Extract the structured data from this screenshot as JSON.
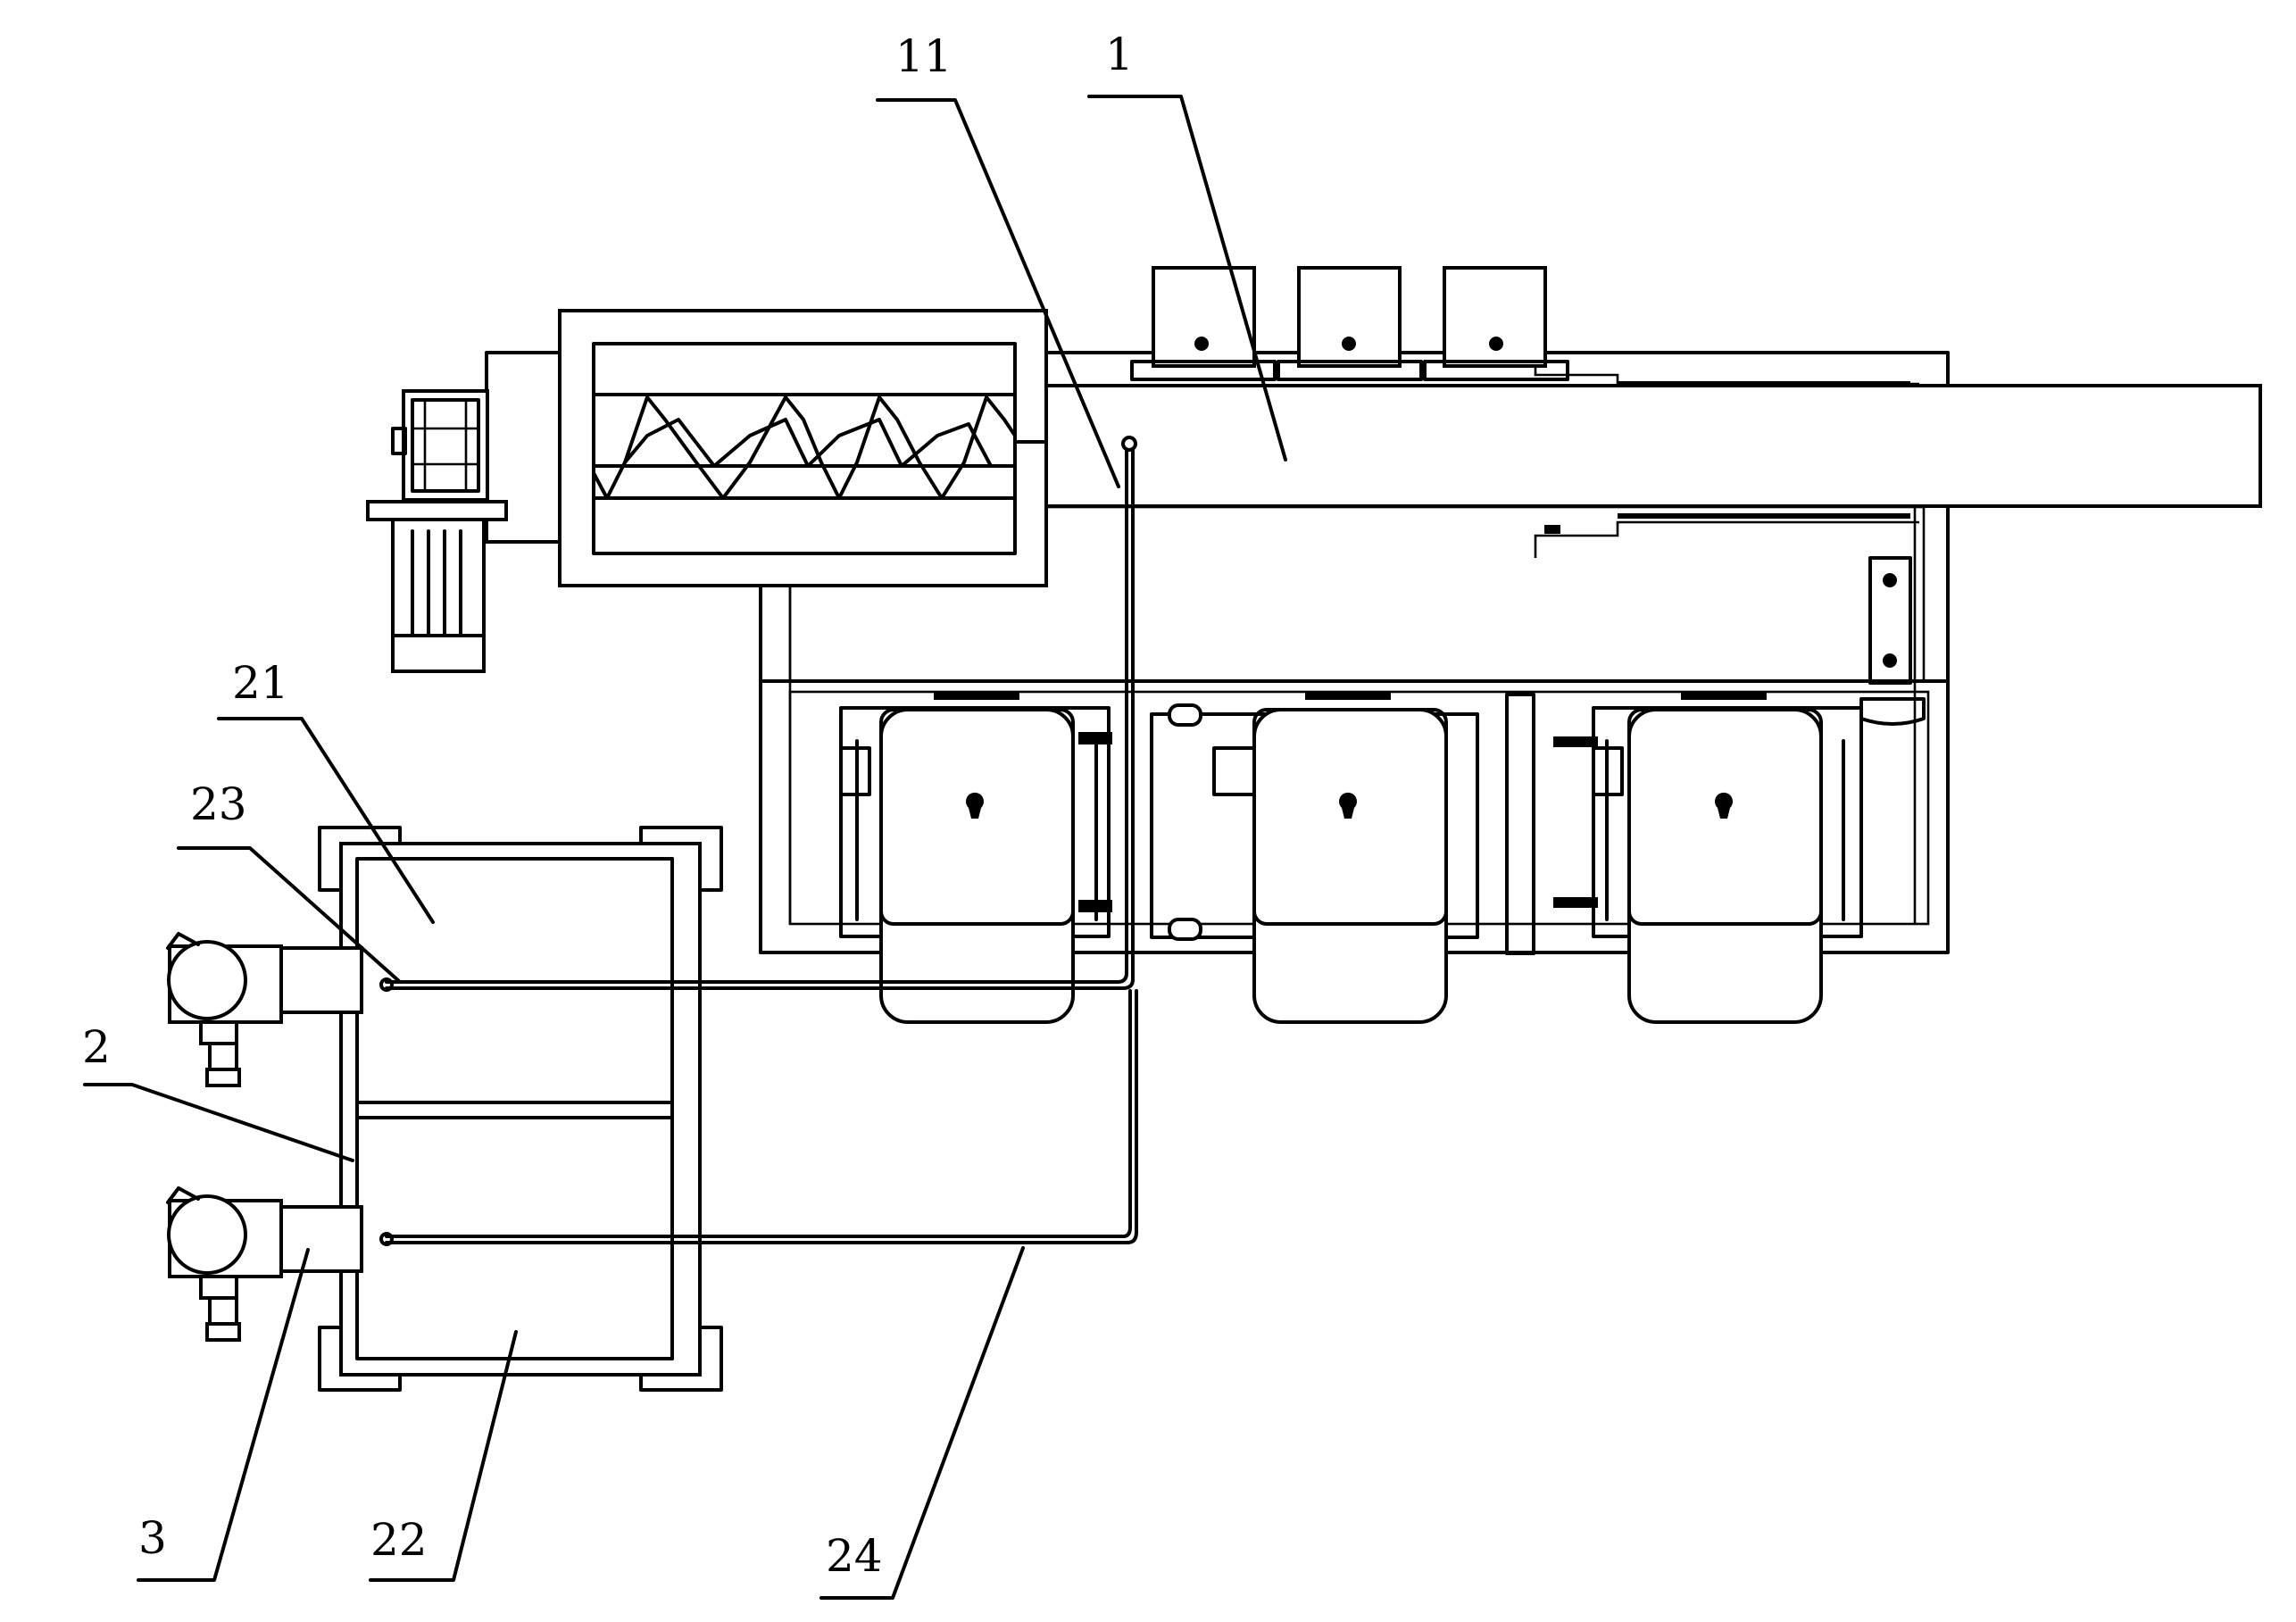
{
  "labels": {
    "l11": "11",
    "l1": "1",
    "l21": "21",
    "l23": "23",
    "l2": "2",
    "l3": "3",
    "l22": "22",
    "l24": "24"
  }
}
